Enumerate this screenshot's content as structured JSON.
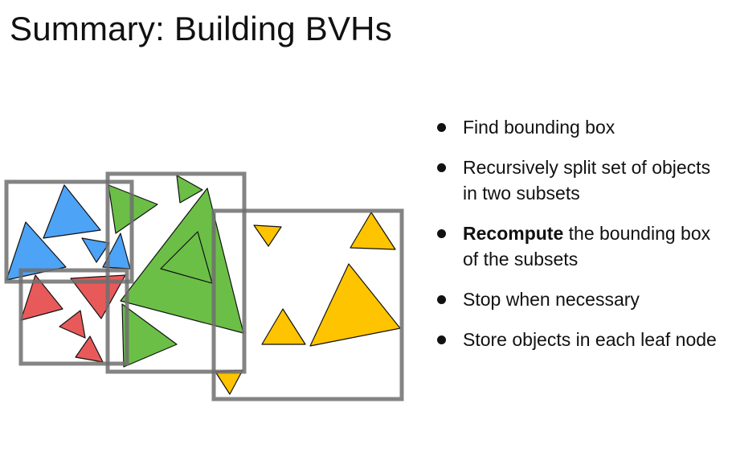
{
  "title": "Summary: Building BVHs",
  "bullets": [
    {
      "text": "Find bounding box"
    },
    {
      "text": "Recursively split set of objects in two subsets"
    },
    {
      "bold": "Recompute",
      "text": " the bounding box of the subsets"
    },
    {
      "text": "Stop when necessary"
    },
    {
      "text": "Store objects in each leaf node"
    }
  ],
  "colors": {
    "blue": "#4DA3F6",
    "red": "#E85A5A",
    "green": "#6BBF47",
    "yellow": "#FFC400",
    "box": "#6E6E6E"
  }
}
